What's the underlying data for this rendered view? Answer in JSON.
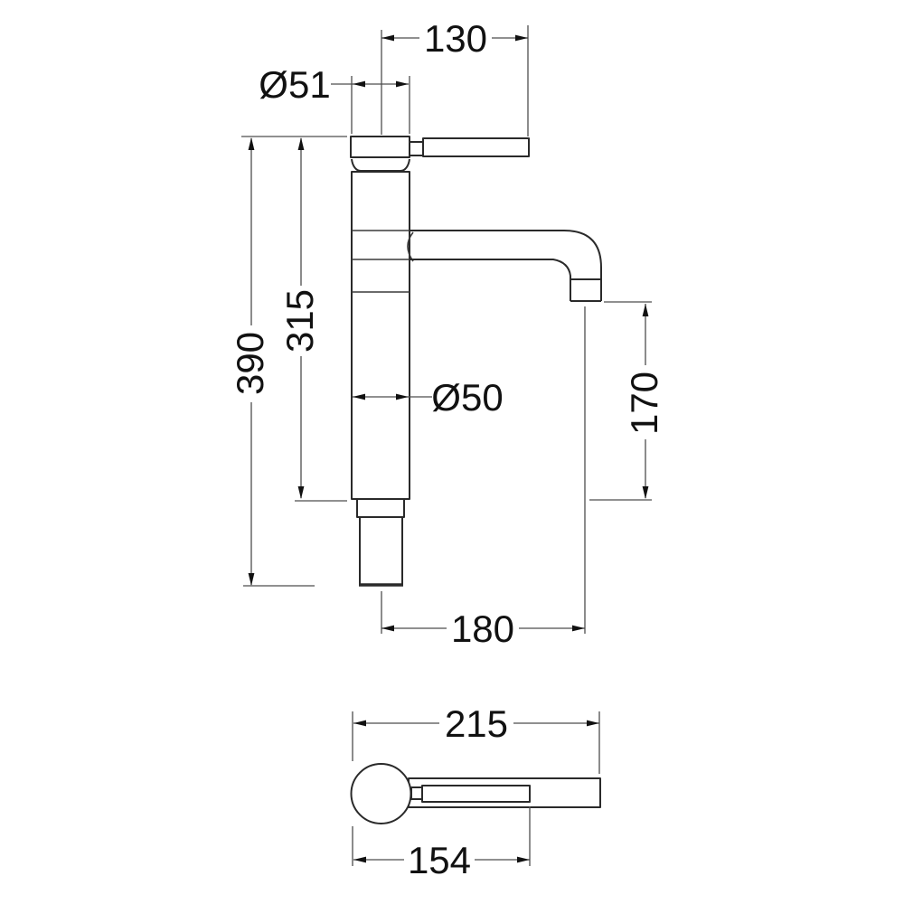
{
  "colors": {
    "background": "#ffffff",
    "outline": "#2a2a2a",
    "dimension_line": "#4d4d4d",
    "label_text": "#111111"
  },
  "drawing": {
    "views": [
      "side-elevation",
      "plan-view"
    ],
    "dimensions": {
      "handle_reach": "130",
      "head_diameter": "Ø51",
      "overall_height": "390",
      "body_height": "315",
      "body_diameter": "Ø50",
      "spout_clearance": "170",
      "spout_reach": "180",
      "plan_overall_length": "215",
      "plan_handle_length": "154"
    }
  }
}
